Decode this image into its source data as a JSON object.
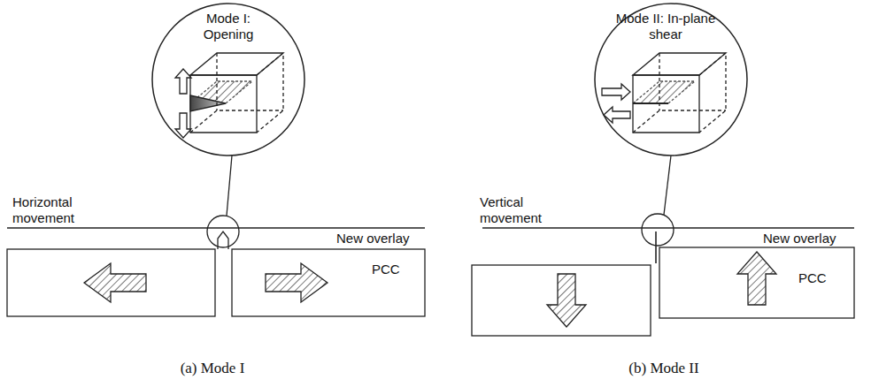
{
  "diagram": {
    "nodes": [
      {
        "text": [
          "Mode I: Opening"
        ]
      },
      {
        "text": [
          "Mode II: In-plane shear"
        ]
      }
    ],
    "labels": [
      "Horizontal movement",
      "New overlay",
      "PCC",
      "(a) Mode I",
      "Vertical movement",
      "New overlay",
      "PCC",
      "(b) Mode II"
    ]
  }
}
